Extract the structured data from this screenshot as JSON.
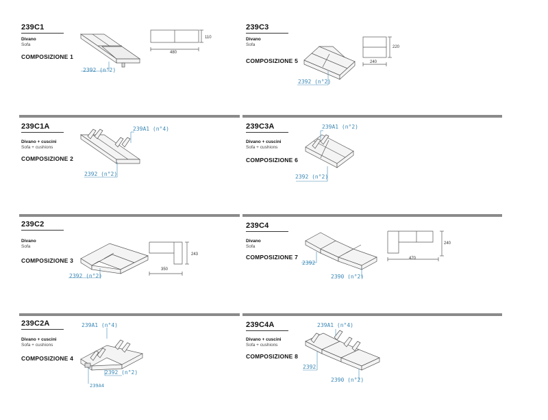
{
  "cells": [
    {
      "code": "239C1",
      "t1": "Divano",
      "t2": "Sofa",
      "comp": "COMPOSIZIONE 1",
      "refs": [
        "2392 (n°2)"
      ],
      "dims": [
        "110",
        "480"
      ]
    },
    {
      "code": "239C3",
      "t1": "Divano",
      "t2": "Sofa",
      "comp": "COMPOSIZIONE 5",
      "refs": [
        "2392 (n°2)"
      ],
      "dims": [
        "220",
        "240"
      ]
    },
    {
      "code": "239C1A",
      "t1": "Divano + cuscini",
      "t2": "Sofa + cushions",
      "comp": "COMPOSIZIONE 2",
      "refs": [
        "239A1 (n°4)",
        "2392 (n°2)"
      ]
    },
    {
      "code": "239C3A",
      "t1": "Divano + cuscini",
      "t2": "Sofa + cushions",
      "comp": "COMPOSIZIONE 6",
      "refs": [
        "239A1 (n°2)",
        "2392 (n°2)"
      ]
    },
    {
      "code": "239C2",
      "t1": "Divano",
      "t2": "Sofa",
      "comp": "COMPOSIZIONE 3",
      "refs": [
        "2392 (n°2)"
      ],
      "dims": [
        "243",
        "350"
      ]
    },
    {
      "code": "239C4",
      "t1": "Divano",
      "t2": "Sofa",
      "comp": "COMPOSIZIONE 7",
      "refs": [
        "2392",
        "2390 (n°2)"
      ],
      "dims": [
        "240",
        "470"
      ]
    },
    {
      "code": "239C2A",
      "t1": "Divano + cuscini",
      "t2": "Sofa + cushions",
      "comp": "COMPOSIZIONE 4",
      "refs": [
        "239A1 (n°4)",
        "2392 (n°2)",
        "239A4"
      ]
    },
    {
      "code": "239C4A",
      "t1": "Divano + cuscini",
      "t2": "Sofa + cushions",
      "comp": "COMPOSIZIONE 8",
      "refs": [
        "239A1 (n°4)",
        "2392",
        "2390 (n°2)"
      ]
    }
  ]
}
